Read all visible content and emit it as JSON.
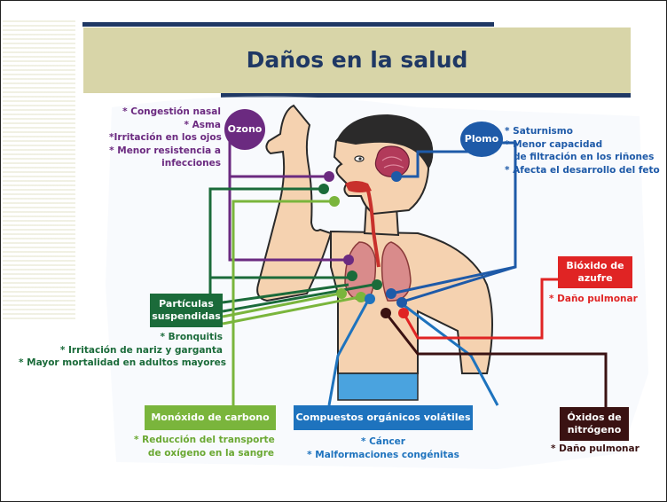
{
  "title": "Daños en la salud",
  "colors": {
    "ozono": "#6b2a80",
    "plomo": "#1e5aa8",
    "bioxido": "#e02424",
    "particulas": "#1b6b3a",
    "monoxido": "#7ab53c",
    "compuestos": "#1e73be",
    "oxidos": "#3a1212",
    "skin": "#f5d2b0"
  },
  "pollutants": {
    "ozono": {
      "label": "Ozono",
      "effects": [
        "* Congestión nasal",
        "* Asma",
        "*Irritación en los ojos",
        "* Menor resistencia a",
        "infecciones"
      ]
    },
    "plomo": {
      "label": "Plomo",
      "effects": [
        "* Saturnismo",
        "* Menor capacidad",
        "de filtración en los riñones",
        "* Afecta el desarrollo del feto"
      ]
    },
    "bioxido": {
      "label_1": "Bióxido de",
      "label_2": "azufre",
      "effects": [
        "* Daño pulmonar"
      ]
    },
    "particulas": {
      "label_1": "Partículas",
      "label_2": "suspendidas",
      "effects": [
        "* Bronquitis",
        "* Irritación de nariz y garganta",
        "* Mayor mortalidad  en adultos mayores"
      ]
    },
    "monoxido": {
      "label": "Monóxido de carbono",
      "effects": [
        "* Reducción del transporte",
        "de oxígeno en la sangre"
      ]
    },
    "compuestos": {
      "label": "Compuestos orgánicos volátiles",
      "effects": [
        "* Cáncer",
        "* Malformaciones congénitas"
      ]
    },
    "oxidos": {
      "label_1": "Óxidos de",
      "label_2": "nitrógeno",
      "effects": [
        "* Daño pulmonar"
      ]
    }
  }
}
